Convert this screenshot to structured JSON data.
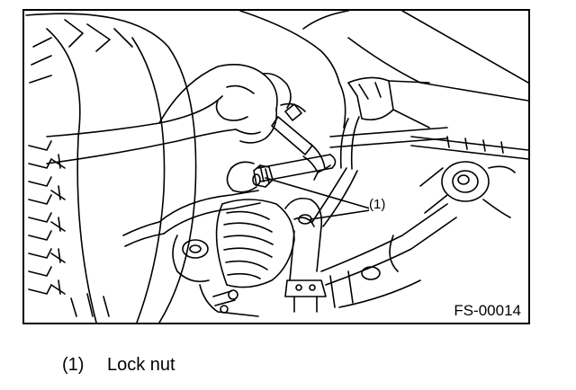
{
  "figure": {
    "code": "FS-00014",
    "callout": "(1)"
  },
  "legend": {
    "number": "(1)",
    "text": "Lock nut"
  },
  "colors": {
    "line": "#000000",
    "background": "#ffffff"
  }
}
